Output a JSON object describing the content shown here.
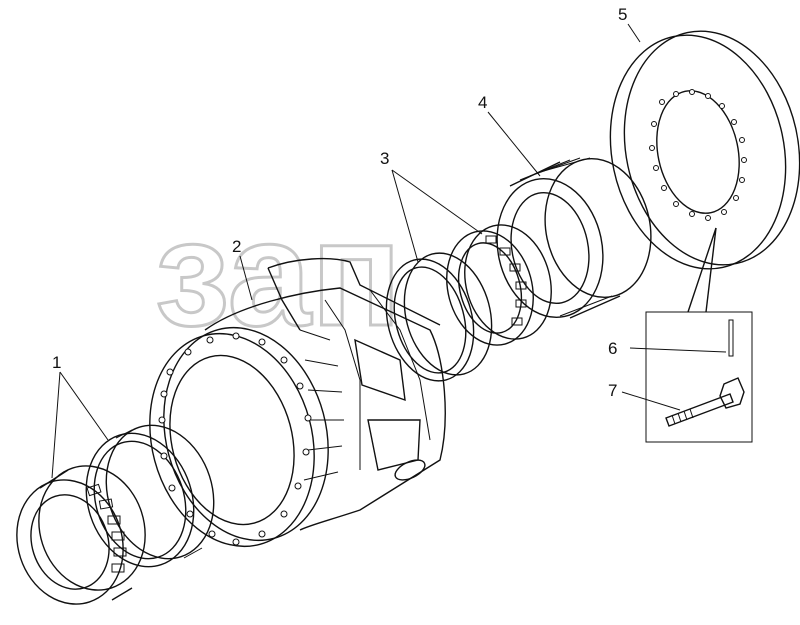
{
  "diagram": {
    "watermark": "зап",
    "callouts": [
      {
        "id": "1",
        "label": "1"
      },
      {
        "id": "2",
        "label": "2"
      },
      {
        "id": "3",
        "label": "3"
      },
      {
        "id": "4",
        "label": "4"
      },
      {
        "id": "5",
        "label": "5"
      },
      {
        "id": "6",
        "label": "6"
      },
      {
        "id": "7",
        "label": "7"
      }
    ],
    "colors": {
      "ink": "#111111",
      "watermark": "#c8c8c8",
      "background": "#ffffff"
    }
  }
}
